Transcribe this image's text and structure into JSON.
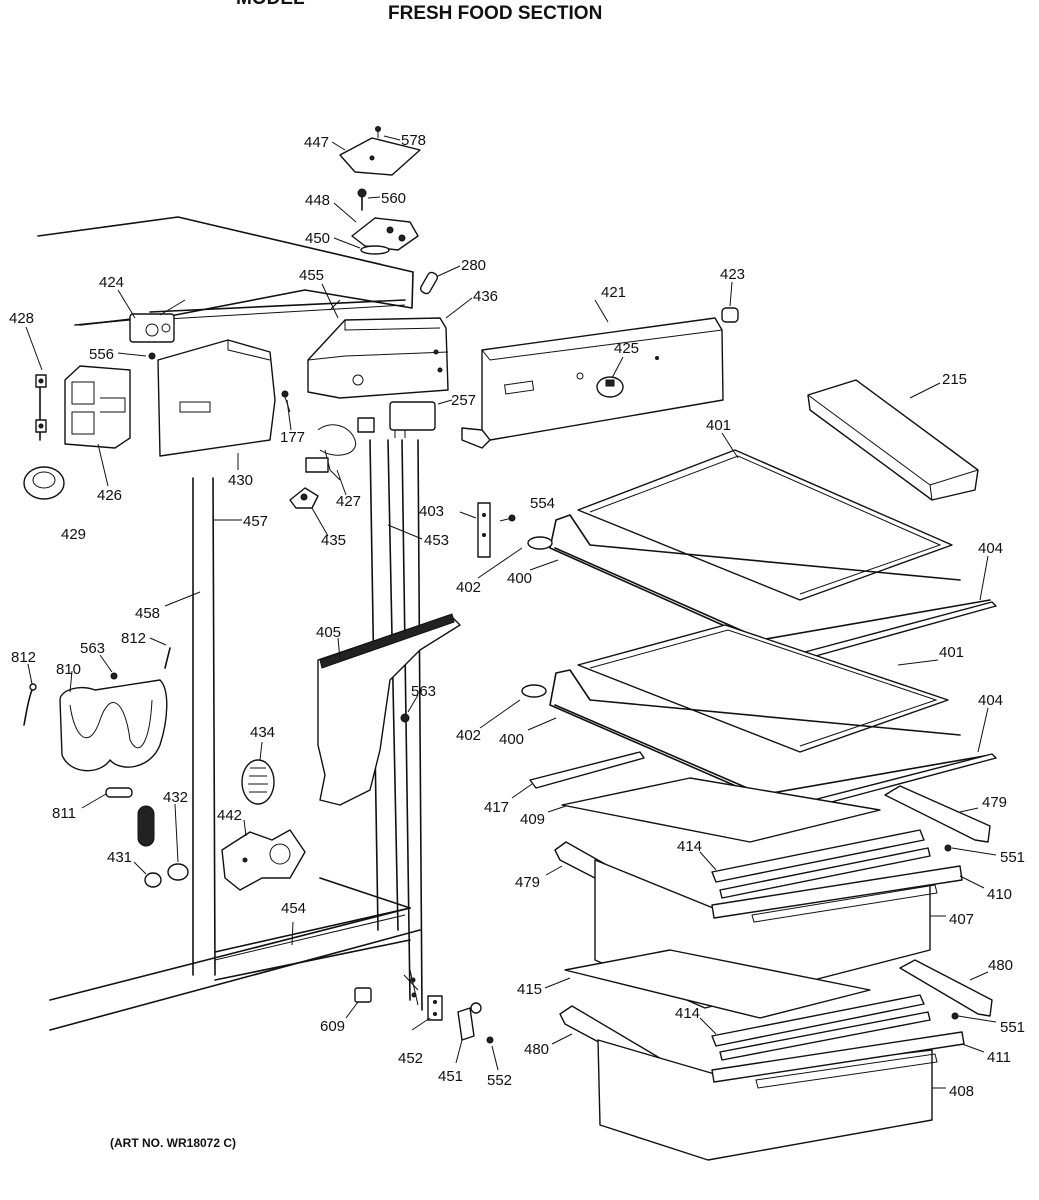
{
  "header": {
    "title": "FRESH FOOD SECTION",
    "cut_title": "MODEL"
  },
  "footer": {
    "art_number": "(ART NO. WR18072 C)"
  },
  "callouts": [
    {
      "id": "c447",
      "text": "447"
    },
    {
      "id": "c578",
      "text": "578"
    },
    {
      "id": "c448",
      "text": "448"
    },
    {
      "id": "c560",
      "text": "560"
    },
    {
      "id": "c450",
      "text": "450"
    },
    {
      "id": "c280",
      "text": "280"
    },
    {
      "id": "c455",
      "text": "455"
    },
    {
      "id": "c436",
      "text": "436"
    },
    {
      "id": "c424",
      "text": "424"
    },
    {
      "id": "c428",
      "text": "428"
    },
    {
      "id": "c556",
      "text": "556"
    },
    {
      "id": "c421",
      "text": "421"
    },
    {
      "id": "c423",
      "text": "423"
    },
    {
      "id": "c425",
      "text": "425"
    },
    {
      "id": "c215",
      "text": "215"
    },
    {
      "id": "c257",
      "text": "257"
    },
    {
      "id": "c177",
      "text": "177"
    },
    {
      "id": "c426",
      "text": "426"
    },
    {
      "id": "c430",
      "text": "430"
    },
    {
      "id": "c427",
      "text": "427"
    },
    {
      "id": "c401a",
      "text": "401"
    },
    {
      "id": "c429",
      "text": "429"
    },
    {
      "id": "c457",
      "text": "457"
    },
    {
      "id": "c403",
      "text": "403"
    },
    {
      "id": "c554",
      "text": "554"
    },
    {
      "id": "c435",
      "text": "435"
    },
    {
      "id": "c453",
      "text": "453"
    },
    {
      "id": "c404a",
      "text": "404"
    },
    {
      "id": "c402a",
      "text": "402"
    },
    {
      "id": "c400a",
      "text": "400"
    },
    {
      "id": "c458",
      "text": "458"
    },
    {
      "id": "c405",
      "text": "405"
    },
    {
      "id": "c812a",
      "text": "812"
    },
    {
      "id": "c563a",
      "text": "563"
    },
    {
      "id": "c812b",
      "text": "812"
    },
    {
      "id": "c810",
      "text": "810"
    },
    {
      "id": "c401b",
      "text": "401"
    },
    {
      "id": "c563b",
      "text": "563"
    },
    {
      "id": "c404b",
      "text": "404"
    },
    {
      "id": "c434",
      "text": "434"
    },
    {
      "id": "c402b",
      "text": "402"
    },
    {
      "id": "c400b",
      "text": "400"
    },
    {
      "id": "c432",
      "text": "432"
    },
    {
      "id": "c811",
      "text": "811"
    },
    {
      "id": "c442",
      "text": "442"
    },
    {
      "id": "c417",
      "text": "417"
    },
    {
      "id": "c409",
      "text": "409"
    },
    {
      "id": "c479a",
      "text": "479"
    },
    {
      "id": "c414a",
      "text": "414"
    },
    {
      "id": "c551a",
      "text": "551"
    },
    {
      "id": "c431",
      "text": "431"
    },
    {
      "id": "c479b",
      "text": "479"
    },
    {
      "id": "c410",
      "text": "410"
    },
    {
      "id": "c407",
      "text": "407"
    },
    {
      "id": "c454",
      "text": "454"
    },
    {
      "id": "c480a",
      "text": "480"
    },
    {
      "id": "c415",
      "text": "415"
    },
    {
      "id": "c609",
      "text": "609"
    },
    {
      "id": "c414b",
      "text": "414"
    },
    {
      "id": "c551b",
      "text": "551"
    },
    {
      "id": "c452",
      "text": "452"
    },
    {
      "id": "c480b",
      "text": "480"
    },
    {
      "id": "c411",
      "text": "411"
    },
    {
      "id": "c451",
      "text": "451"
    },
    {
      "id": "c552",
      "text": "552"
    },
    {
      "id": "c408",
      "text": "408"
    }
  ]
}
